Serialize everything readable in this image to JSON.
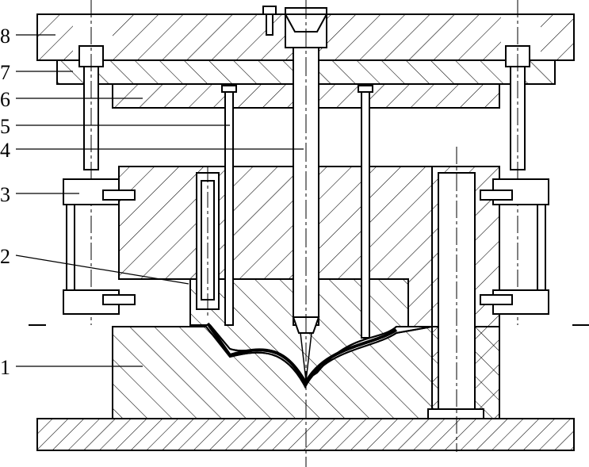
{
  "diagram": {
    "labels": [
      {
        "id": "8",
        "text": "8"
      },
      {
        "id": "7",
        "text": "7"
      },
      {
        "id": "6",
        "text": "6"
      },
      {
        "id": "5",
        "text": "5"
      },
      {
        "id": "4",
        "text": "4"
      },
      {
        "id": "3",
        "text": "3"
      },
      {
        "id": "2",
        "text": "2"
      },
      {
        "id": "1",
        "text": "1"
      }
    ],
    "colors": {
      "line": "#000000",
      "hatch": "#000000",
      "background": "#ffffff"
    }
  }
}
